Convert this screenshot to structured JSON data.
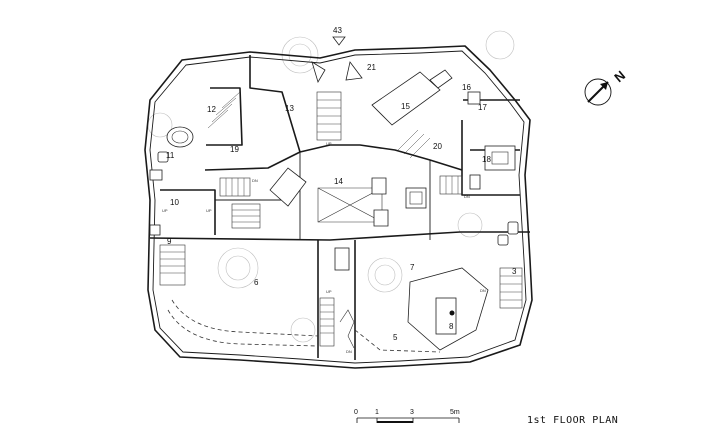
{
  "title": "1st FLOOR PLAN",
  "north_label": "N",
  "section_marker": "43",
  "scale": {
    "ticks": [
      "0",
      "1",
      "3",
      "5m"
    ]
  },
  "stair_labels": {
    "up": "UP",
    "dn": "DN"
  },
  "rooms": [
    {
      "id": "r3",
      "label": "3"
    },
    {
      "id": "r5",
      "label": "5"
    },
    {
      "id": "r6",
      "label": "6"
    },
    {
      "id": "r7",
      "label": "7"
    },
    {
      "id": "r8",
      "label": "8"
    },
    {
      "id": "r9",
      "label": "9"
    },
    {
      "id": "r10",
      "label": "10"
    },
    {
      "id": "r11",
      "label": "11"
    },
    {
      "id": "r12",
      "label": "12"
    },
    {
      "id": "r13",
      "label": "13"
    },
    {
      "id": "r14",
      "label": "14"
    },
    {
      "id": "r15",
      "label": "15"
    },
    {
      "id": "r16",
      "label": "16"
    },
    {
      "id": "r17",
      "label": "17"
    },
    {
      "id": "r18",
      "label": "18"
    },
    {
      "id": "r19",
      "label": "19"
    },
    {
      "id": "r20",
      "label": "20"
    },
    {
      "id": "r21",
      "label": "21"
    }
  ]
}
